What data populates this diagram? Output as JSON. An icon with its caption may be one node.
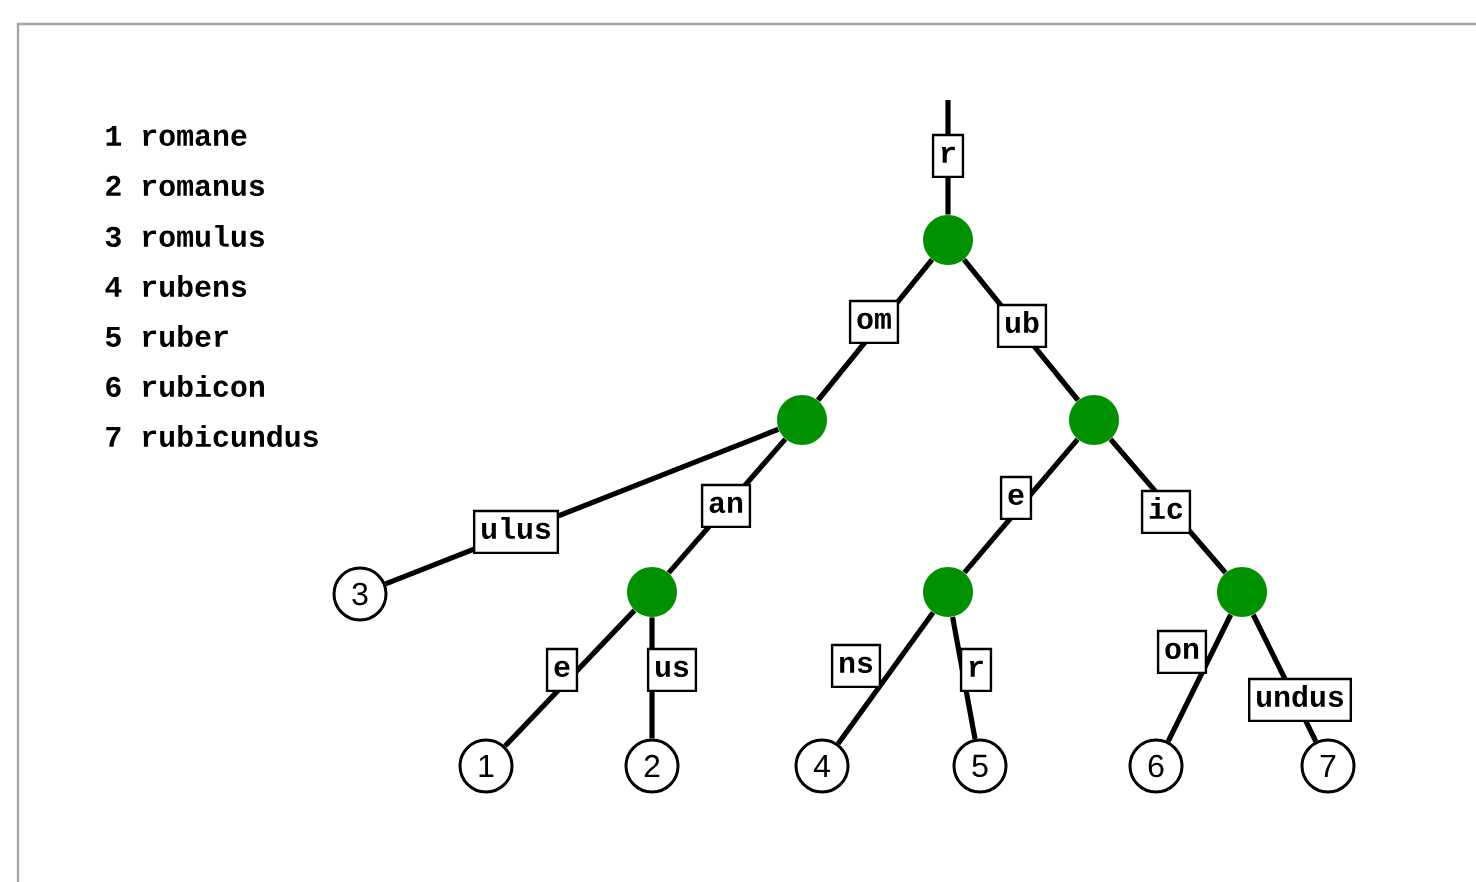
{
  "diagram": {
    "nodes": [
      {
        "text": [],
        "shape": "circle"
      },
      {
        "text": [],
        "shape": "circle"
      },
      {
        "text": [],
        "shape": "circle"
      },
      {
        "text": [],
        "shape": "circle"
      },
      {
        "text": [],
        "shape": "circle"
      },
      {
        "text": [],
        "shape": "circle"
      },
      {
        "text": [
          "1"
        ]
      },
      {
        "text": [
          "2"
        ]
      },
      {
        "text": [
          "3"
        ]
      },
      {
        "text": [
          "4"
        ]
      },
      {
        "text": [
          "5"
        ]
      },
      {
        "text": [
          "6"
        ]
      },
      {
        "text": [
          "7"
        ]
      }
    ],
    "edges": [
      {
        "from": null,
        "to": 0,
        "arrow": "none",
        "label": "r"
      },
      {
        "from": 0,
        "to": 1,
        "arrow": "none",
        "label": "om"
      },
      {
        "from": 0,
        "to": 2,
        "arrow": "none",
        "label": "ub"
      },
      {
        "from": 1,
        "to": 8,
        "arrow": "none",
        "label": "ulus"
      },
      {
        "from": 1,
        "to": 3,
        "arrow": "none",
        "label": "an"
      },
      {
        "from": 2,
        "to": 4,
        "arrow": "none",
        "label": "e"
      },
      {
        "from": 2,
        "to": 5,
        "arrow": "none",
        "label": "ic"
      },
      {
        "from": 3,
        "to": 6,
        "arrow": "none",
        "label": "e"
      },
      {
        "from": 3,
        "to": 7,
        "arrow": "none",
        "label": "us"
      },
      {
        "from": 4,
        "to": 9,
        "arrow": "none",
        "label": "ns"
      },
      {
        "from": 4,
        "to": 10,
        "arrow": "none",
        "label": "r"
      },
      {
        "from": 5,
        "to": 11,
        "arrow": "none",
        "label": "on"
      },
      {
        "from": 5,
        "to": 12,
        "arrow": "none",
        "label": "undus"
      }
    ],
    "labels": [
      "1 romane",
      "2 romanus",
      "3 romulus",
      "4 rubens",
      "5 ruber",
      "6 rubicon",
      "7 rubicundus"
    ]
  }
}
